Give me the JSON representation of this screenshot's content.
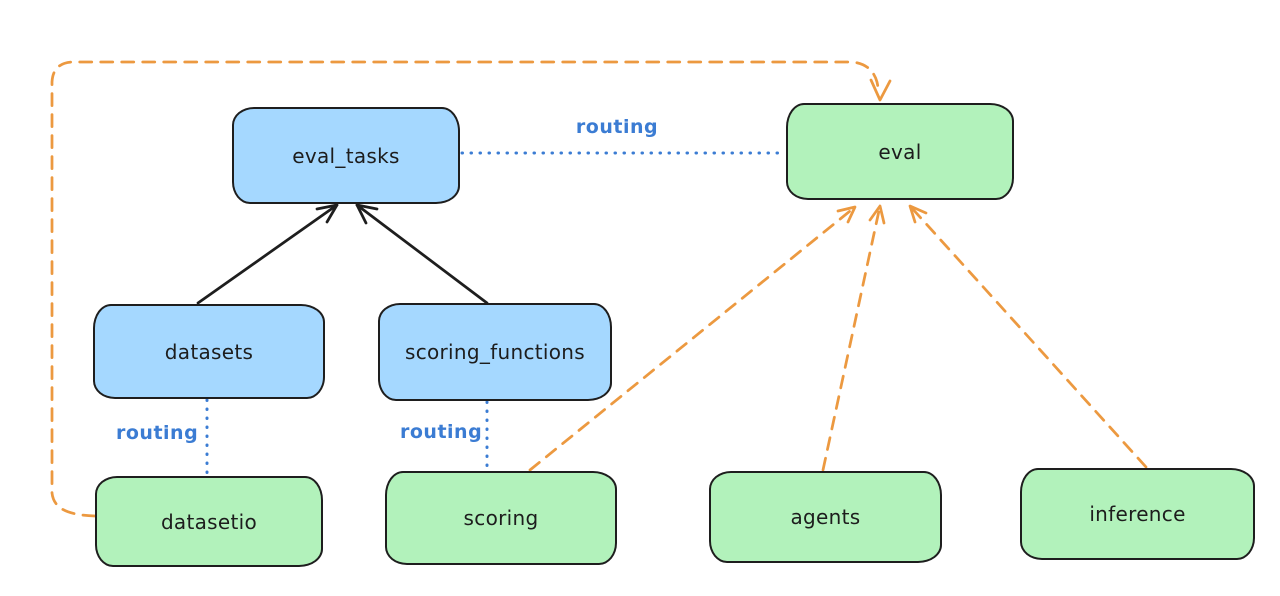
{
  "diagram": {
    "background": "#ffffff",
    "colors": {
      "blue_fill": "#a5d8ff",
      "green_fill": "#b2f2bb",
      "stroke": "#1e1e1e",
      "orange": "#ec9940",
      "routing_blue": "#3b7cd3"
    },
    "nodes": [
      {
        "id": "eval_tasks",
        "label": "eval_tasks",
        "color": "blue"
      },
      {
        "id": "eval",
        "label": "eval",
        "color": "green"
      },
      {
        "id": "datasets",
        "label": "datasets",
        "color": "blue"
      },
      {
        "id": "scoring_functions",
        "label": "scoring_functions",
        "color": "blue"
      },
      {
        "id": "datasetio",
        "label": "datasetio",
        "color": "green"
      },
      {
        "id": "scoring",
        "label": "scoring",
        "color": "green"
      },
      {
        "id": "agents",
        "label": "agents",
        "color": "green"
      },
      {
        "id": "inference",
        "label": "inference",
        "color": "green"
      }
    ],
    "edges": [
      {
        "from": "datasets",
        "to": "eval_tasks",
        "style": "solid_arrow",
        "color": "black"
      },
      {
        "from": "scoring_functions",
        "to": "eval_tasks",
        "style": "solid_arrow",
        "color": "black"
      },
      {
        "from": "eval_tasks",
        "to": "eval",
        "style": "dotted",
        "color": "blue",
        "label": "routing"
      },
      {
        "from": "datasets",
        "to": "datasetio",
        "style": "dotted",
        "color": "blue",
        "label": "routing"
      },
      {
        "from": "scoring_functions",
        "to": "scoring",
        "style": "dotted",
        "color": "blue",
        "label": "routing"
      },
      {
        "from": "datasetio",
        "to": "eval",
        "style": "dashed_arrow",
        "color": "orange"
      },
      {
        "from": "scoring",
        "to": "eval",
        "style": "dashed_arrow",
        "color": "orange"
      },
      {
        "from": "agents",
        "to": "eval",
        "style": "dashed_arrow",
        "color": "orange"
      },
      {
        "from": "inference",
        "to": "eval",
        "style": "dashed_arrow",
        "color": "orange"
      }
    ]
  }
}
